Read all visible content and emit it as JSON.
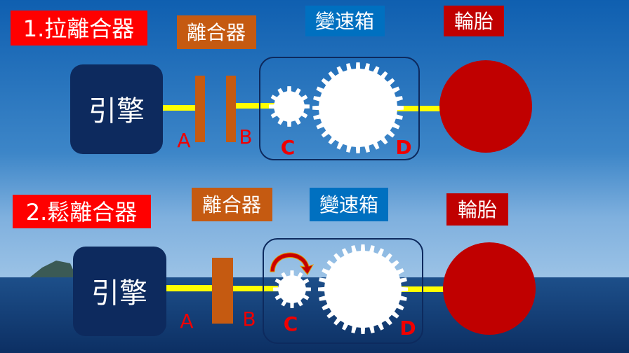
{
  "section1": {
    "title": "1.拉離合器",
    "clutch_label": "離合器",
    "gearbox_label": "變速箱",
    "tire_label": "輪胎",
    "engine_label": "引擎",
    "letters": {
      "a": "A",
      "b": "B",
      "c": "C",
      "d": "D"
    }
  },
  "section2": {
    "title": "2.鬆離合器",
    "clutch_label": "離合器",
    "gearbox_label": "變速箱",
    "tire_label": "輪胎",
    "engine_label": "引擎",
    "letters": {
      "a": "A",
      "b": "B",
      "c": "C",
      "d": "D"
    }
  },
  "colors": {
    "title_bg": "#ff0000",
    "clutch_bg": "#c55a11",
    "gearbox_bg": "#0070c0",
    "tire_bg": "#c00000",
    "engine_bg": "#0d2a5e",
    "shaft": "#ffff00",
    "plate": "#c55a11",
    "tire": "#c00000"
  }
}
